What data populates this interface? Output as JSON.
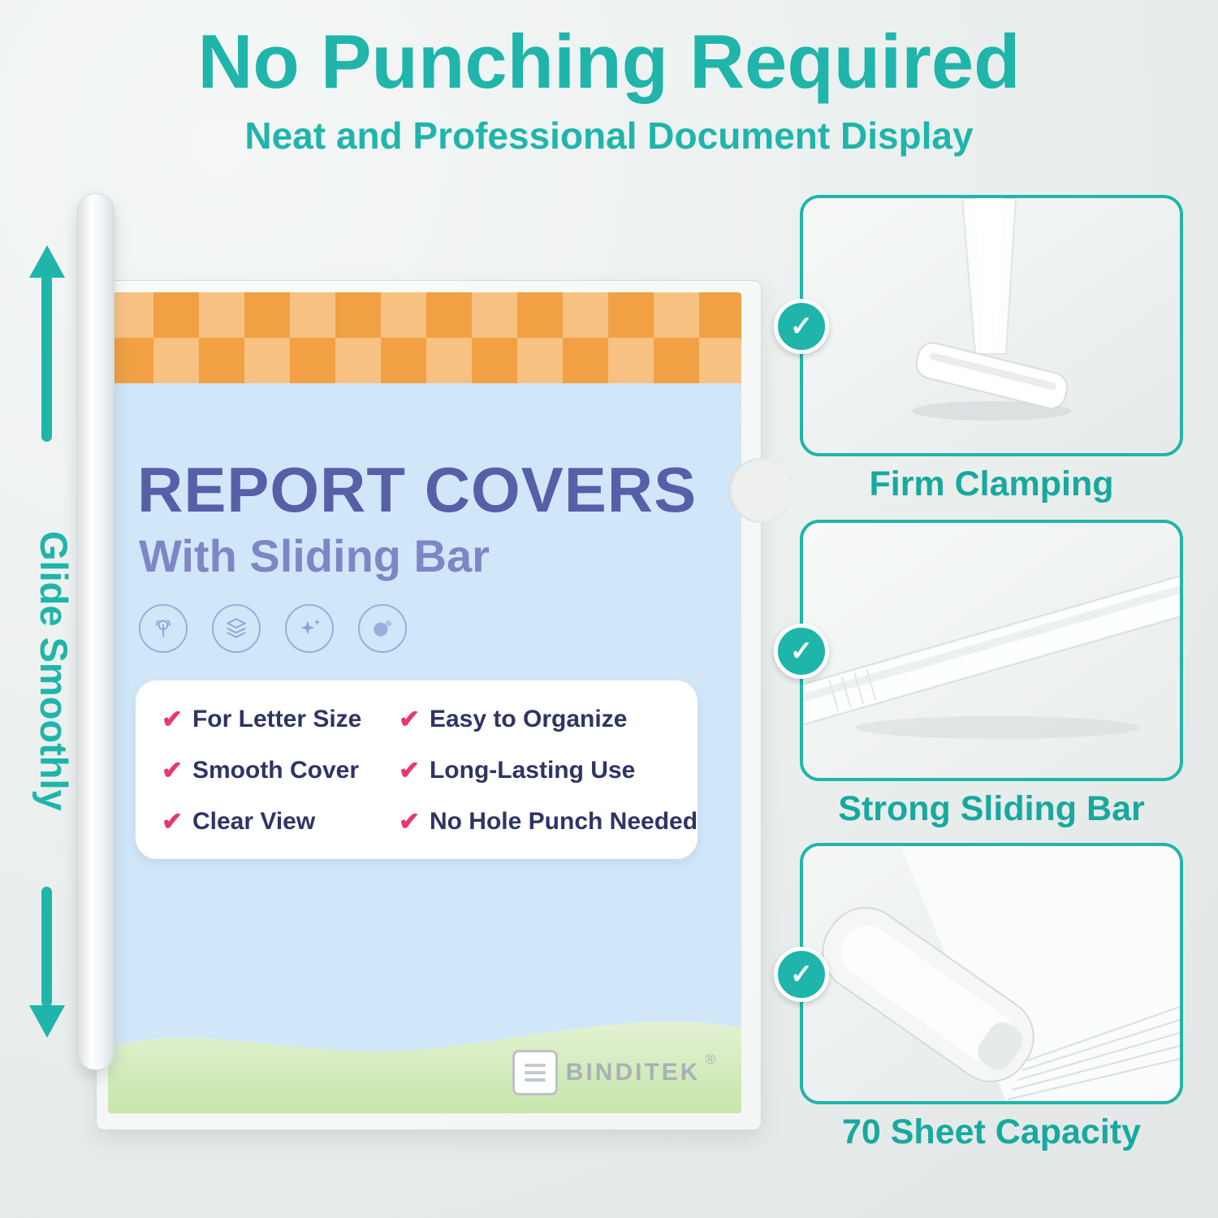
{
  "colors": {
    "teal": "#1fb5ab",
    "teal_dark": "#17a99f",
    "purple": "#5560a8",
    "purple_light": "#7e86c4",
    "pink": "#e8386f",
    "orange": "#f1a043",
    "orange_light": "#f7c281",
    "cover_blue": "#d0e7f9",
    "icon_blue": "#8ea3d8",
    "feature_text": "#2f3464",
    "wave_green_light": "#e3f2d3",
    "wave_green": "#c7e5ab",
    "brand_gray": "#a9b0b6"
  },
  "header": {
    "title": "No Punching Required",
    "subtitle": "Neat and Professional Document Display"
  },
  "left_label": {
    "text": "Glide Smoothly"
  },
  "cover": {
    "title": "REPORT COVERS",
    "subtitle": "With Sliding Bar",
    "check_glyph": "✔",
    "features_left": [
      "For Letter Size",
      "Smooth Cover",
      "Clear View"
    ],
    "features_right": [
      "Easy to Organize",
      "Long-Lasting Use",
      "No Hole Punch Needed"
    ],
    "brand": "BINDITEK",
    "registered_mark": "®"
  },
  "callouts": [
    {
      "caption": "Firm Clamping"
    },
    {
      "caption": "Strong Sliding Bar"
    },
    {
      "caption": "70 Sheet Capacity"
    }
  ],
  "badge_check": "✓"
}
